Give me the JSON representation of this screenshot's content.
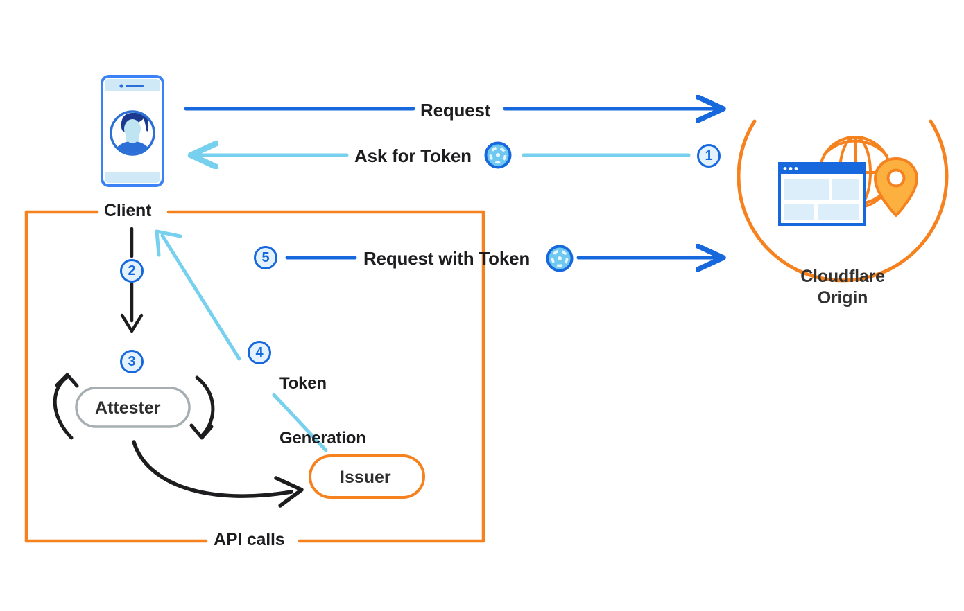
{
  "diagram": {
    "title": "Privacy Pass token issuance and redemption flow",
    "colors": {
      "orange": "#F6821F",
      "blue": "#1668DC",
      "light_blue": "#76D0EE",
      "badge_fill": "#E3F2FD",
      "black": "#1D1D1F",
      "gray": "#A6AEB2"
    }
  },
  "labels": {
    "request": "Request",
    "ask_for_token": "Ask for Token",
    "request_with_token": "Request with Token",
    "client": "Client",
    "api_calls": "API calls",
    "token_generation_line1": "Token",
    "token_generation_line2": "Generation",
    "cloudflare_origin": "Cloudflare\nOrigin"
  },
  "nodes": {
    "attester": "Attester",
    "issuer": "Issuer",
    "client": "Client",
    "cloudflare_origin": "Cloudflare Origin"
  },
  "steps": [
    {
      "number": "1",
      "meaning": "Origin asks client for token"
    },
    {
      "number": "2",
      "meaning": "Client contacts attester"
    },
    {
      "number": "3",
      "meaning": "Attestation exchange"
    },
    {
      "number": "4",
      "meaning": "Token Generation"
    },
    {
      "number": "5",
      "meaning": "Request with Token"
    }
  ],
  "icons": {
    "phone": "smartphone-user-icon",
    "token": "token-icon",
    "globe": "globe-icon",
    "browser_window": "browser-window-icon",
    "map_pin": "map-pin-icon"
  }
}
